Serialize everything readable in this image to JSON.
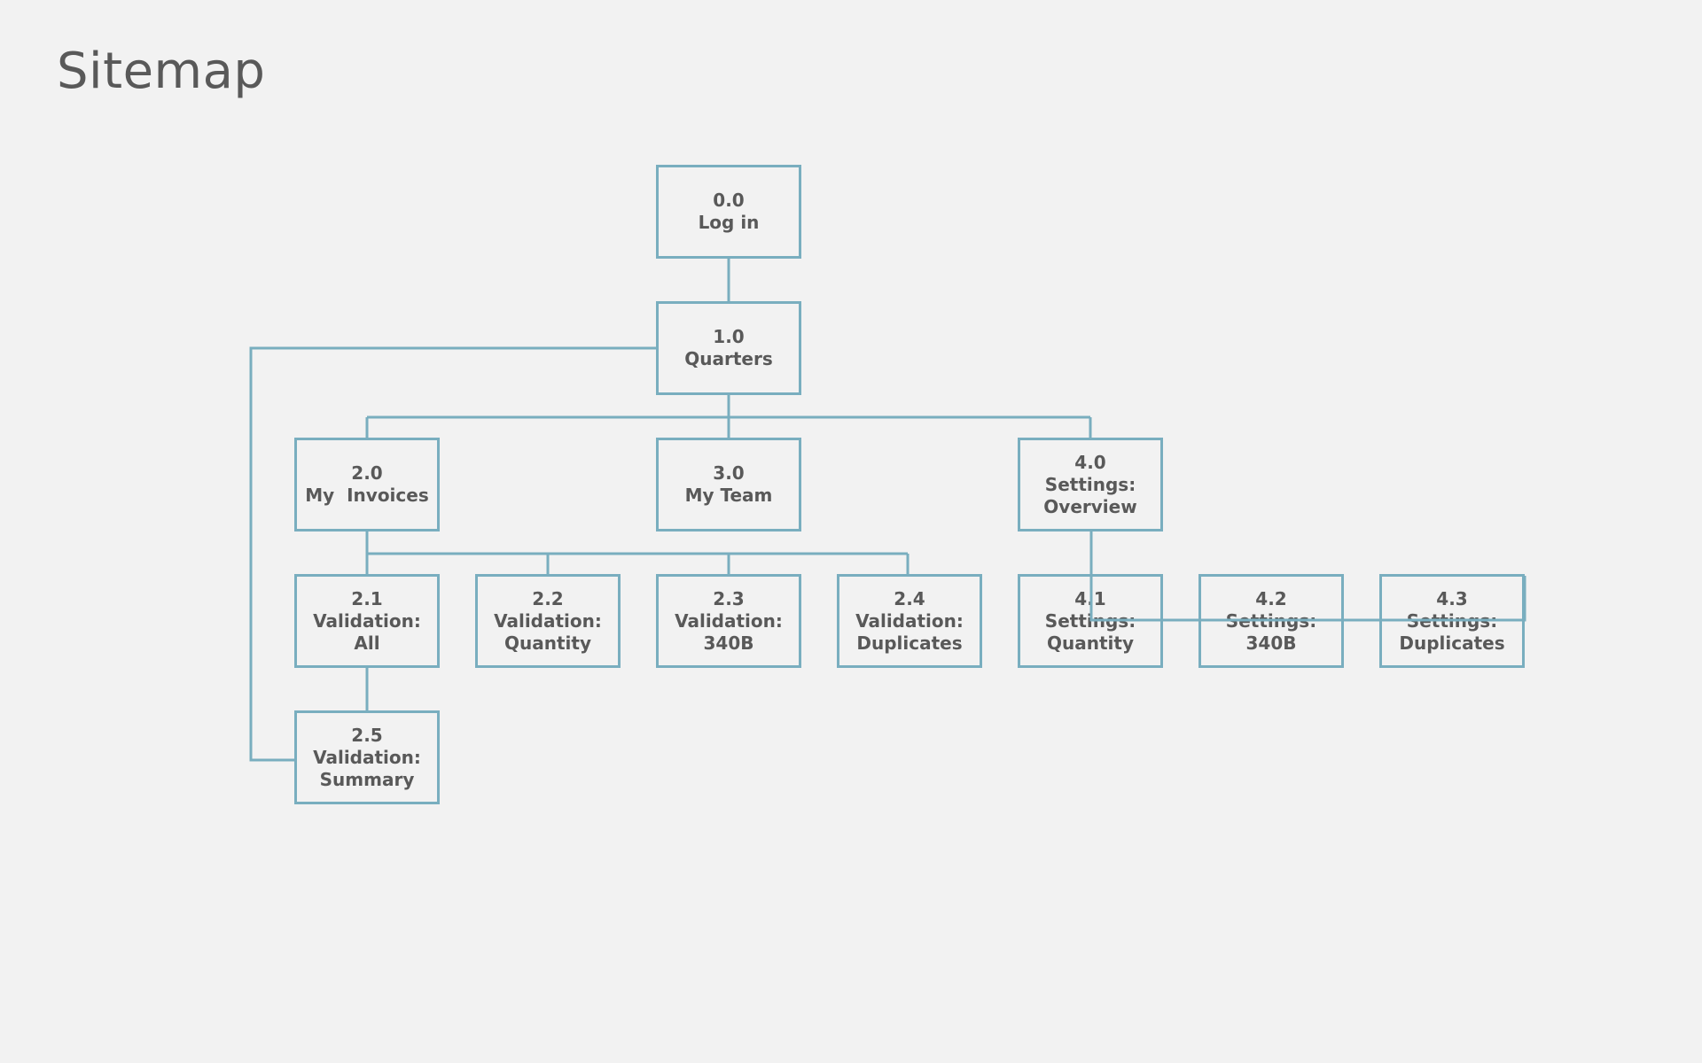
{
  "page_title": "Sitemap",
  "colors": {
    "background": "#f2f2f2",
    "box_stroke": "#79aebf",
    "text": "#595959"
  },
  "nodes": {
    "n00": {
      "id": "0.0",
      "line1": "Log in",
      "line2": ""
    },
    "n10": {
      "id": "1.0",
      "line1": "Quarters",
      "line2": ""
    },
    "n20": {
      "id": "2.0",
      "line1": "My  Invoices",
      "line2": ""
    },
    "n30": {
      "id": "3.0",
      "line1": "My Team",
      "line2": ""
    },
    "n40": {
      "id": "4.0",
      "line1": "Settings:",
      "line2": "Overview"
    },
    "n21": {
      "id": "2.1",
      "line1": "Validation:",
      "line2": "All"
    },
    "n22": {
      "id": "2.2",
      "line1": "Validation:",
      "line2": "Quantity"
    },
    "n23": {
      "id": "2.3",
      "line1": "Validation:",
      "line2": "340B"
    },
    "n24": {
      "id": "2.4",
      "line1": "Validation:",
      "line2": "Duplicates"
    },
    "n41": {
      "id": "4.1",
      "line1": "Settings:",
      "line2": "Quantity"
    },
    "n42": {
      "id": "4.2",
      "line1": "Settings:",
      "line2": "340B"
    },
    "n43": {
      "id": "4.3",
      "line1": "Settings:",
      "line2": "Duplicates"
    },
    "n25": {
      "id": "2.5",
      "line1": "Validation:",
      "line2": "Summary"
    }
  },
  "edges": [
    [
      "n00",
      "n10"
    ],
    [
      "n10",
      "n20"
    ],
    [
      "n10",
      "n30"
    ],
    [
      "n10",
      "n40"
    ],
    [
      "n20",
      "n21"
    ],
    [
      "n20",
      "n22"
    ],
    [
      "n20",
      "n23"
    ],
    [
      "n20",
      "n24"
    ],
    [
      "n21",
      "n25"
    ],
    [
      "n10",
      "n25"
    ],
    [
      "n40",
      "n41"
    ],
    [
      "n40",
      "n42"
    ],
    [
      "n40",
      "n43"
    ]
  ]
}
